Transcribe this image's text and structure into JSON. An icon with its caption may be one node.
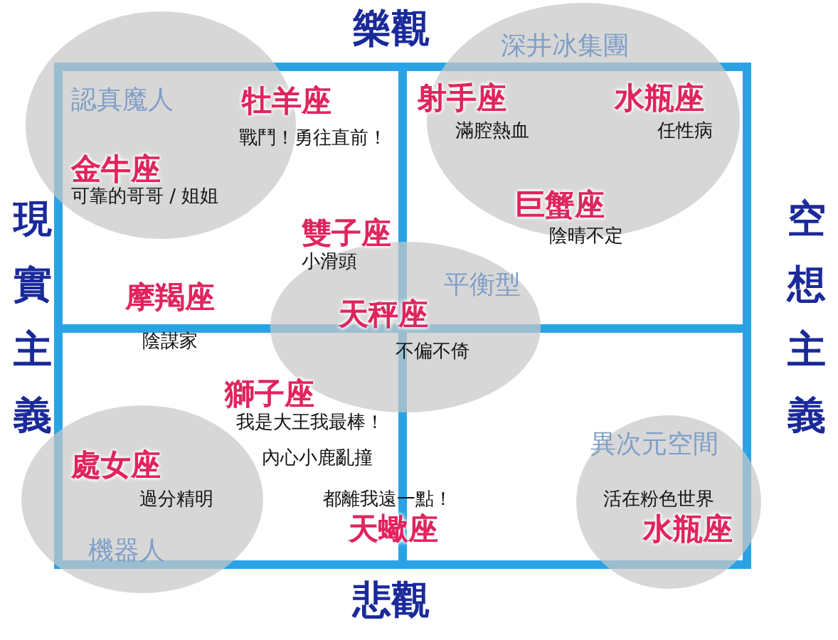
{
  "diagram": {
    "nodes": [
      {
        "text": [
          "認真魔人"
        ]
      },
      {
        "text": [
          "深井冰集團"
        ]
      },
      {
        "text": [
          "平衡型"
        ]
      },
      {
        "text": [
          "機器人"
        ]
      },
      {
        "text": [
          "異次元空間"
        ]
      }
    ],
    "labels": [
      "樂觀",
      "現實主義",
      "空想主義",
      "悲觀",
      "牡羊座",
      "戰鬥！勇往直前！",
      "射手座",
      "滿腔熱血",
      "水瓶座",
      "任性病",
      "金牛座",
      "可靠的哥哥 / 姐姐",
      "巨蟹座",
      "陰晴不定",
      "雙子座",
      "小滑頭",
      "摩羯座",
      "天秤座",
      "陰謀家",
      "不偏不倚",
      "獅子座",
      "我是大王我最棒！",
      "內心小鹿亂撞",
      "處女座",
      "過分精明",
      "都離我遠一點！",
      "活在粉色世界",
      "天蠍座",
      "水瓶座"
    ]
  }
}
